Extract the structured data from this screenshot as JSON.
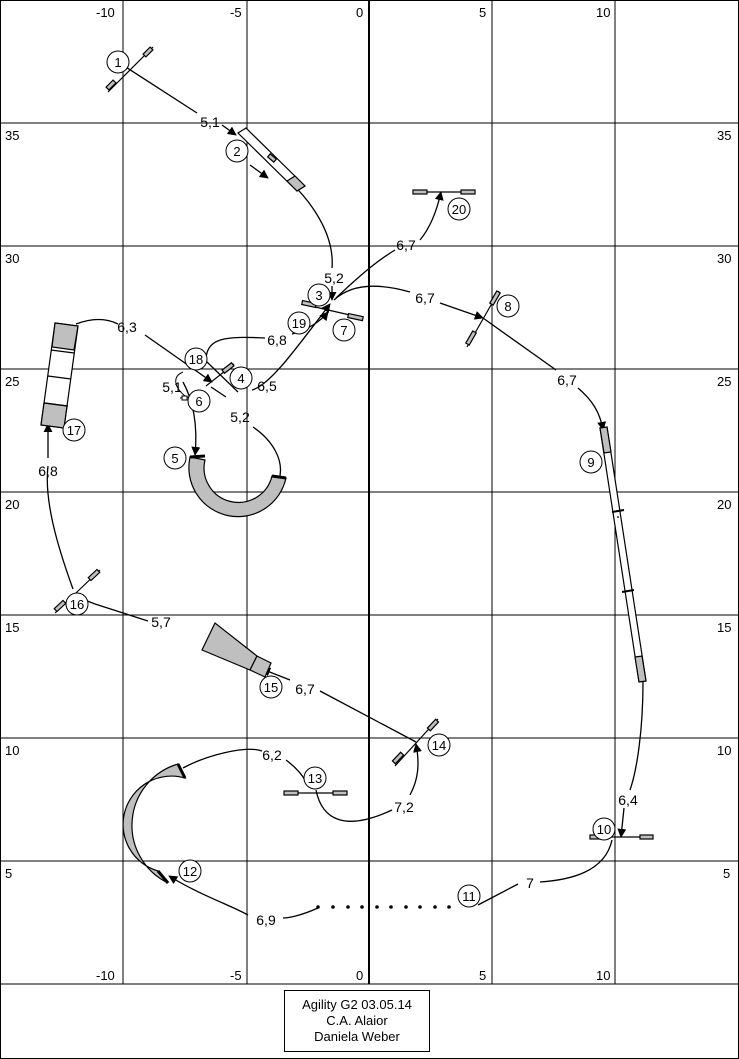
{
  "colors": {
    "obstacle_fill": "#bfbfbf",
    "line": "#000000",
    "background": "#ffffff"
  },
  "axis": {
    "x_top": [
      "-10",
      "-5",
      "0",
      "5",
      "10"
    ],
    "x_bottom": [
      "-10",
      "-5",
      "0",
      "5",
      "10"
    ],
    "y_left": [
      "35",
      "30",
      "25",
      "20",
      "15",
      "10",
      "5"
    ],
    "y_right": [
      "35",
      "30",
      "25",
      "20",
      "15",
      "10",
      "5"
    ]
  },
  "obstacles": [
    "1",
    "2",
    "3",
    "4",
    "5",
    "6",
    "7",
    "8",
    "9",
    "10",
    "11",
    "12",
    "13",
    "14",
    "15",
    "16",
    "17",
    "18",
    "19",
    "20"
  ],
  "distances": [
    "5,1",
    "5,2",
    "6,7",
    "6,7",
    "6,3",
    "6,8",
    "5,1",
    "6,5",
    "5,2",
    "6,7",
    "6,8",
    "5,7",
    "6,7",
    "6,2",
    "7,2",
    "6,4",
    "7",
    "6,9"
  ],
  "info": {
    "line1": "Agility G2 03.05.14",
    "line2": "C.A. Alaior",
    "line3": "Daniela Weber"
  }
}
